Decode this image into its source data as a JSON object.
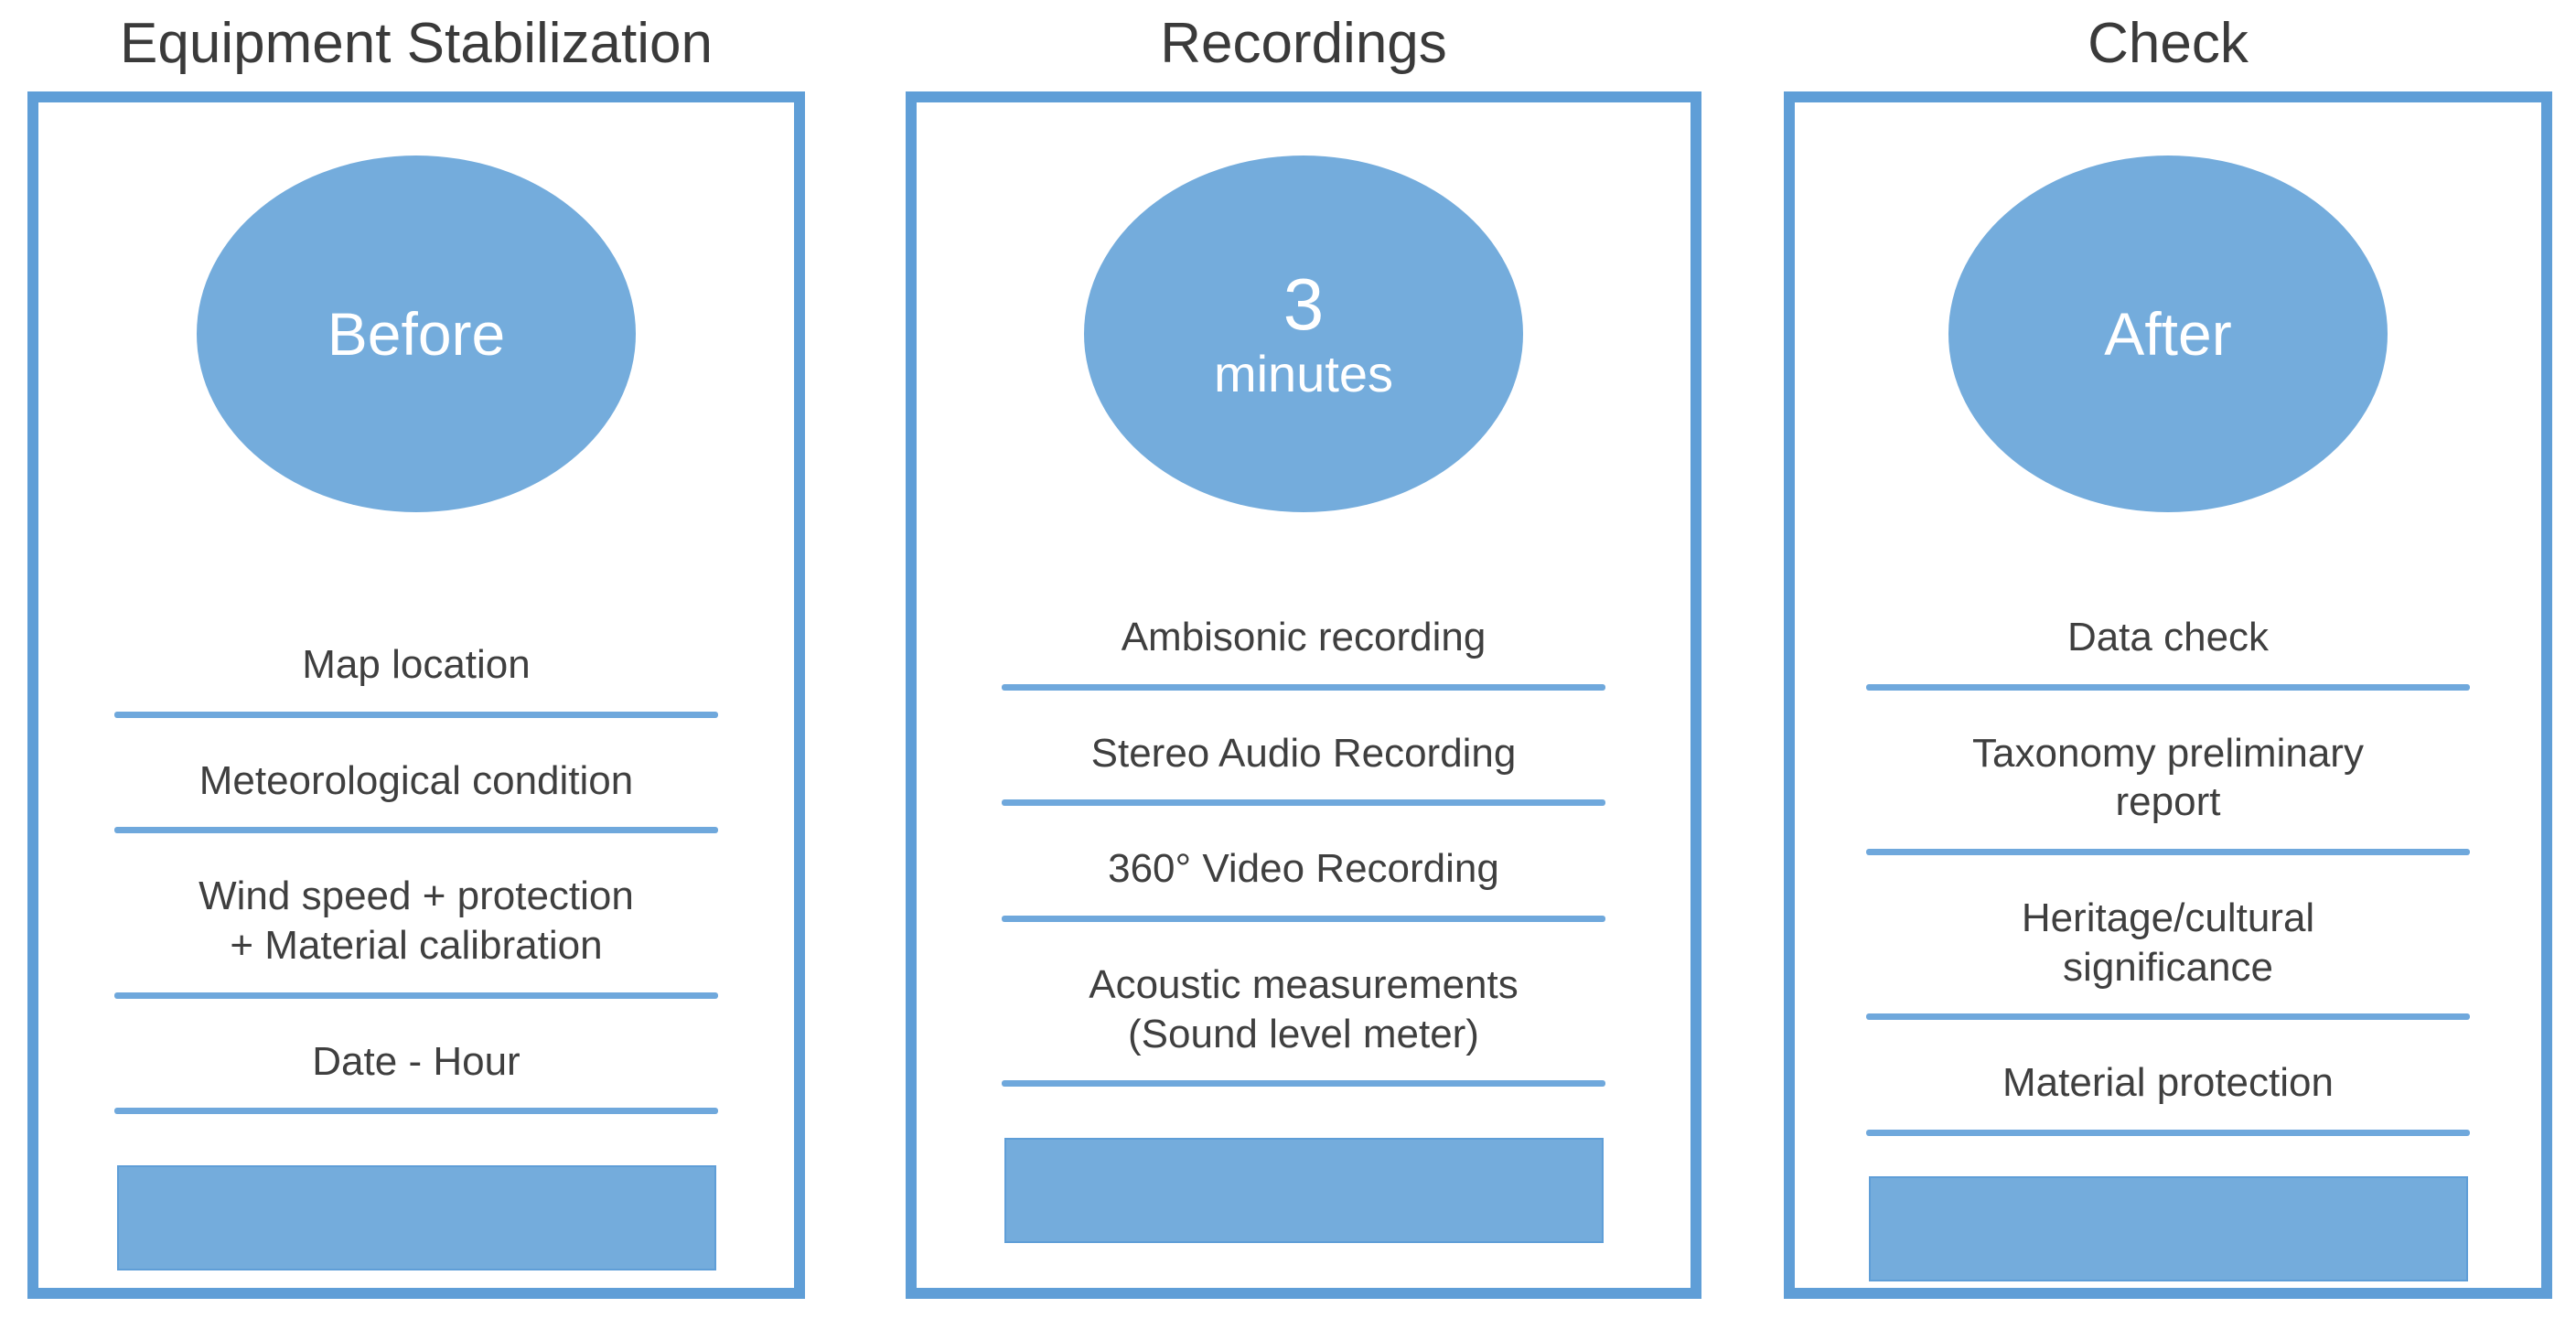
{
  "colors": {
    "panel_border": "#5f9ed7",
    "separator_line": "#6fa8dc",
    "shape_fill": "#74acdc",
    "title_text": "#3a3a3a",
    "item_text": "#3f3f3f",
    "ellipse_text": "#ffffff"
  },
  "columns": [
    {
      "title": "Equipment Stabilization",
      "ellipse": {
        "line1": "Before",
        "line2": ""
      },
      "items": [
        "Map location",
        "Meteorological condition",
        "Wind speed + protection\n+ Material calibration",
        "Date - Hour"
      ]
    },
    {
      "title": "Recordings",
      "ellipse": {
        "line1": "3",
        "line2": "minutes"
      },
      "items": [
        "Ambisonic recording",
        "Stereo Audio Recording",
        "360° Video Recording",
        "Acoustic measurements\n(Sound level meter)"
      ]
    },
    {
      "title": "Check",
      "ellipse": {
        "line1": "After",
        "line2": ""
      },
      "items": [
        "Data check",
        "Taxonomy preliminary\nreport",
        "Heritage/cultural\nsignificance",
        "Material protection"
      ]
    }
  ]
}
